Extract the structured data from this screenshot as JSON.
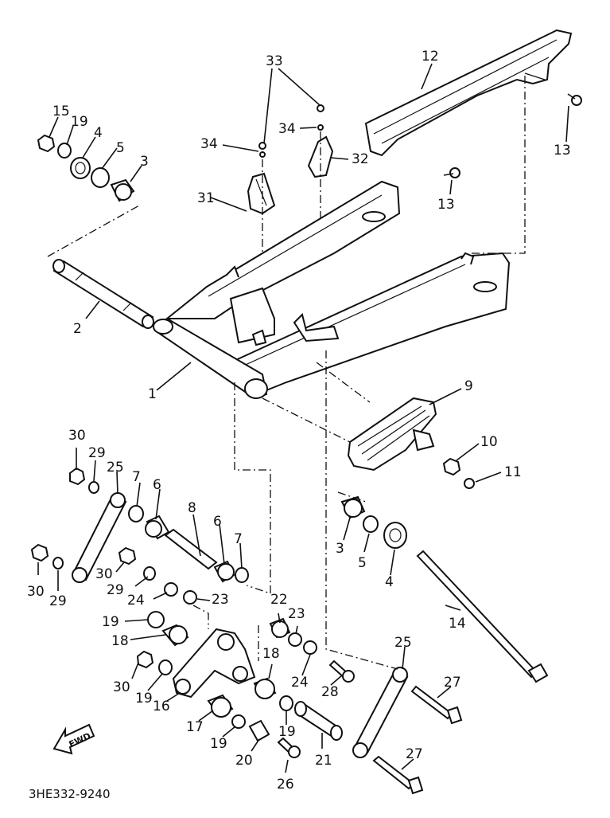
{
  "diagram": {
    "part_labels": [
      {
        "id": "33a",
        "text": "33"
      },
      {
        "id": "12",
        "text": "12"
      },
      {
        "id": "15",
        "text": "15"
      },
      {
        "id": "19a",
        "text": "19"
      },
      {
        "id": "4a",
        "text": "4"
      },
      {
        "id": "5a",
        "text": "5"
      },
      {
        "id": "3a",
        "text": "3"
      },
      {
        "id": "34a",
        "text": "34"
      },
      {
        "id": "34b",
        "text": "34"
      },
      {
        "id": "32",
        "text": "32"
      },
      {
        "id": "13a",
        "text": "13"
      },
      {
        "id": "13b",
        "text": "13"
      },
      {
        "id": "31",
        "text": "31"
      },
      {
        "id": "2",
        "text": "2"
      },
      {
        "id": "1",
        "text": "1"
      },
      {
        "id": "9",
        "text": "9"
      },
      {
        "id": "30a",
        "text": "30"
      },
      {
        "id": "29a",
        "text": "29"
      },
      {
        "id": "25a",
        "text": "25"
      },
      {
        "id": "7a",
        "text": "7"
      },
      {
        "id": "6a",
        "text": "6"
      },
      {
        "id": "8",
        "text": "8"
      },
      {
        "id": "6b",
        "text": "6"
      },
      {
        "id": "7b",
        "text": "7"
      },
      {
        "id": "10",
        "text": "10"
      },
      {
        "id": "11",
        "text": "11"
      },
      {
        "id": "30b",
        "text": "30"
      },
      {
        "id": "29b",
        "text": "29"
      },
      {
        "id": "30c",
        "text": "30"
      },
      {
        "id": "29c",
        "text": "29"
      },
      {
        "id": "24a",
        "text": "24"
      },
      {
        "id": "23a",
        "text": "23"
      },
      {
        "id": "3b",
        "text": "3"
      },
      {
        "id": "5b",
        "text": "5"
      },
      {
        "id": "4b",
        "text": "4"
      },
      {
        "id": "22",
        "text": "22"
      },
      {
        "id": "23b",
        "text": "23"
      },
      {
        "id": "14",
        "text": "14"
      },
      {
        "id": "19b",
        "text": "19"
      },
      {
        "id": "18a",
        "text": "18"
      },
      {
        "id": "24b",
        "text": "24"
      },
      {
        "id": "18b",
        "text": "18"
      },
      {
        "id": "25b",
        "text": "25"
      },
      {
        "id": "28",
        "text": "28"
      },
      {
        "id": "30d",
        "text": "30"
      },
      {
        "id": "19c",
        "text": "19"
      },
      {
        "id": "16",
        "text": "16"
      },
      {
        "id": "27a",
        "text": "27"
      },
      {
        "id": "17",
        "text": "17"
      },
      {
        "id": "19d",
        "text": "19"
      },
      {
        "id": "19e",
        "text": "19"
      },
      {
        "id": "20",
        "text": "20"
      },
      {
        "id": "21",
        "text": "21"
      },
      {
        "id": "27b",
        "text": "27"
      },
      {
        "id": "26",
        "text": "26"
      }
    ],
    "fwd_badge": "FWD",
    "drawing_code": "3HE332-9240"
  }
}
